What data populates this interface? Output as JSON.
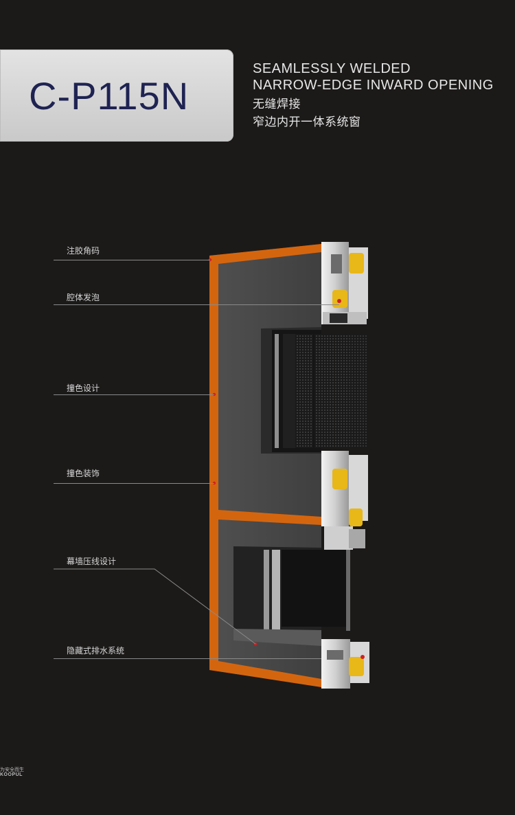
{
  "header": {
    "model": "C-P115N",
    "title_en_line1": "SEAMLESSLY WELDED",
    "title_en_line2": "NARROW-EDGE INWARD OPENING",
    "title_zh_line1": "无缝焊接",
    "title_zh_line2": "窄边内开一体系统窗"
  },
  "callouts": [
    {
      "label": "注胶角码"
    },
    {
      "label": "腔体发泡"
    },
    {
      "label": "撞色设计"
    },
    {
      "label": "撞色装饰"
    },
    {
      "label": "幕墙压线设计"
    },
    {
      "label": "隐藏式排水系统"
    }
  ],
  "brand": {
    "zh": "为安全而生",
    "en": "KOOPUL"
  },
  "colors": {
    "background": "#1c1a19",
    "model_box": "#d4d4d4",
    "model_text": "#1e2352",
    "accent_orange": "#d4650f",
    "frame_gray": "#4a4a4a",
    "gasket_yellow": "#e8b718"
  }
}
